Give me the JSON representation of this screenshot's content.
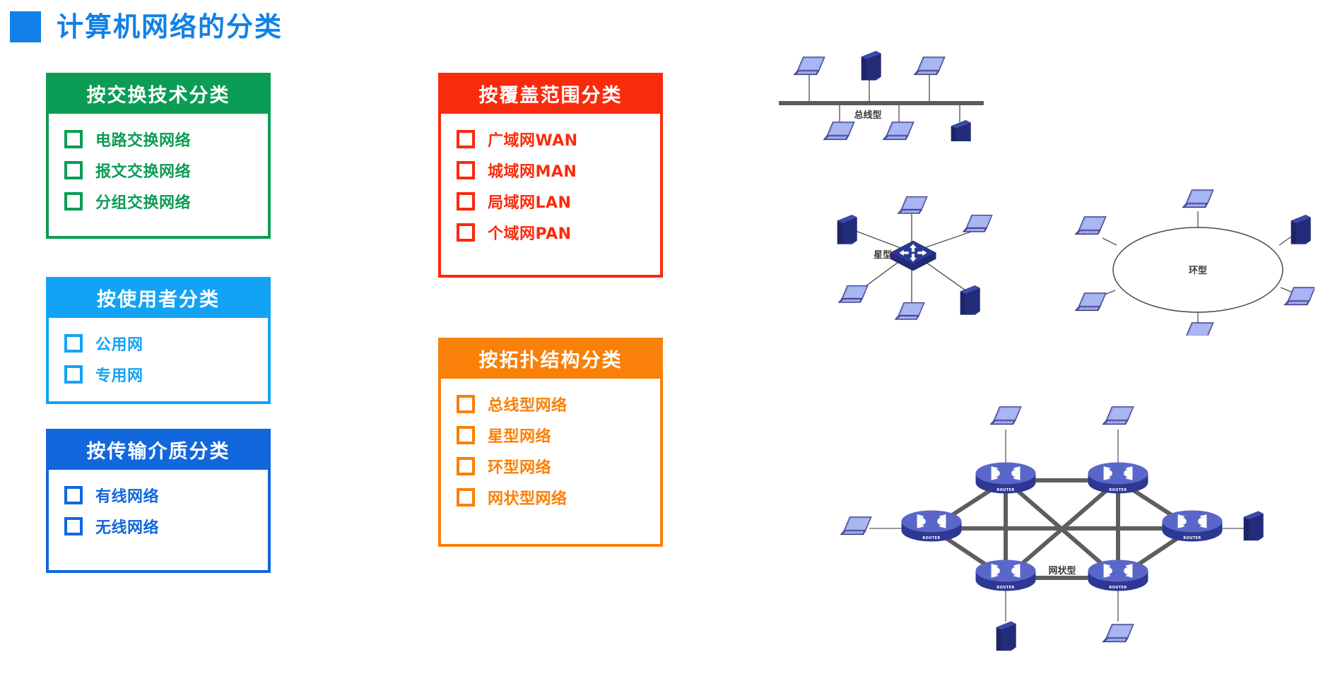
{
  "page": {
    "title": "计算机网络的分类",
    "marker_color": "#1180E7"
  },
  "cards": [
    {
      "id": "switching",
      "title": "按交换技术分类",
      "color": "#0B9D55",
      "items": [
        "电路交换网络",
        "报文交换网络",
        "分组交换网络"
      ]
    },
    {
      "id": "user",
      "title": "按使用者分类",
      "color": "#13A3F5",
      "items": [
        "公用网",
        "专用网"
      ]
    },
    {
      "id": "medium",
      "title": "按传输介质分类",
      "color": "#1167DC",
      "items": [
        "有线网络",
        "无线网络"
      ]
    },
    {
      "id": "coverage",
      "title": "按覆盖范围分类",
      "color": "#FA2A0C",
      "items": [
        "广域网WAN",
        "城域网MAN",
        "局域网LAN",
        "个域网PAN"
      ]
    },
    {
      "id": "topology",
      "title": "按拓扑结构分类",
      "color": "#F98009",
      "items": [
        "总线型网络",
        "星型网络",
        "环型网络",
        "网状型网络"
      ]
    }
  ],
  "diagrams": {
    "bus": {
      "label": "总线型",
      "nodes_above": [
        "laptop",
        "server",
        "laptop"
      ],
      "nodes_below": [
        "laptop",
        "laptop",
        "server"
      ]
    },
    "star": {
      "label": "星型",
      "center": "switch",
      "nodes": [
        "laptop",
        "laptop",
        "server",
        "laptop",
        "laptop",
        "server"
      ]
    },
    "ring": {
      "label": "环型",
      "nodes": [
        "laptop",
        "server",
        "laptop",
        "laptop",
        "laptop",
        "laptop"
      ]
    },
    "mesh": {
      "label": "网状型",
      "router_label": "ROUTER",
      "routers": 6,
      "endpoints": [
        "laptop",
        "laptop",
        "laptop",
        "server",
        "server",
        "laptop"
      ]
    }
  }
}
